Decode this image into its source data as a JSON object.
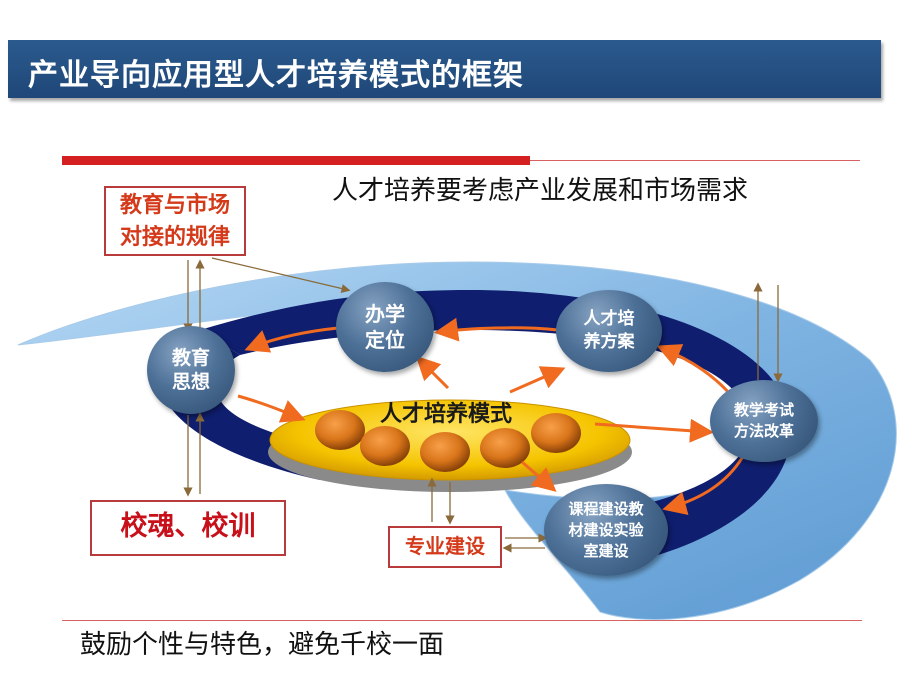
{
  "title": "产业导向应用型人才培养模式的框架",
  "subtitle": "人才培养要考虑产业发展和市场需求",
  "footer": "鼓励个性与特色，避免千校一面",
  "boxes": {
    "edu_market": "教育与市场对接的规律",
    "school_soul": "校魂、校训",
    "major": "专业建设"
  },
  "nodes": {
    "education_thought": "教育思想",
    "school_position": "办学定位",
    "training_plan": "人才培养方案",
    "exam_reform": "教学考试方法改革",
    "course_construction": "课程建设教材建设实验室建设"
  },
  "core": "人才培养模式",
  "colors": {
    "title_bar": "#1f4778",
    "red_accent": "#d42020",
    "ring_outer": "#8ec0ea",
    "ring_inner": "#0f1e6e",
    "core": "#f2c200",
    "arrow": "#f06a20",
    "node": "#4d7097"
  }
}
